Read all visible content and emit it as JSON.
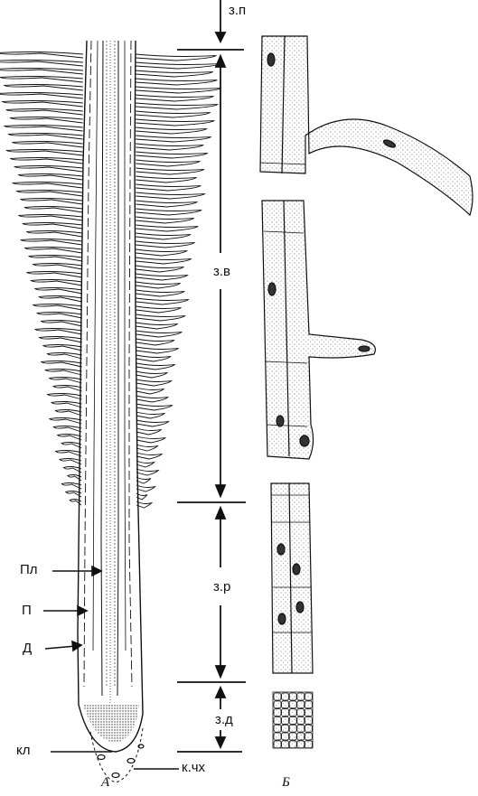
{
  "panels": {
    "a": "А",
    "b": "Б"
  },
  "labels": {
    "pl": "Пл",
    "p": "П",
    "d": "Д",
    "kl": "кл",
    "kch": "к.чх"
  },
  "zones": {
    "zp": "з.п",
    "zv": "з.в",
    "zr": "з.р",
    "zd": "з.д"
  },
  "colors": {
    "ink": "#111111",
    "paper": "#ffffff",
    "stipple": "#555555"
  }
}
